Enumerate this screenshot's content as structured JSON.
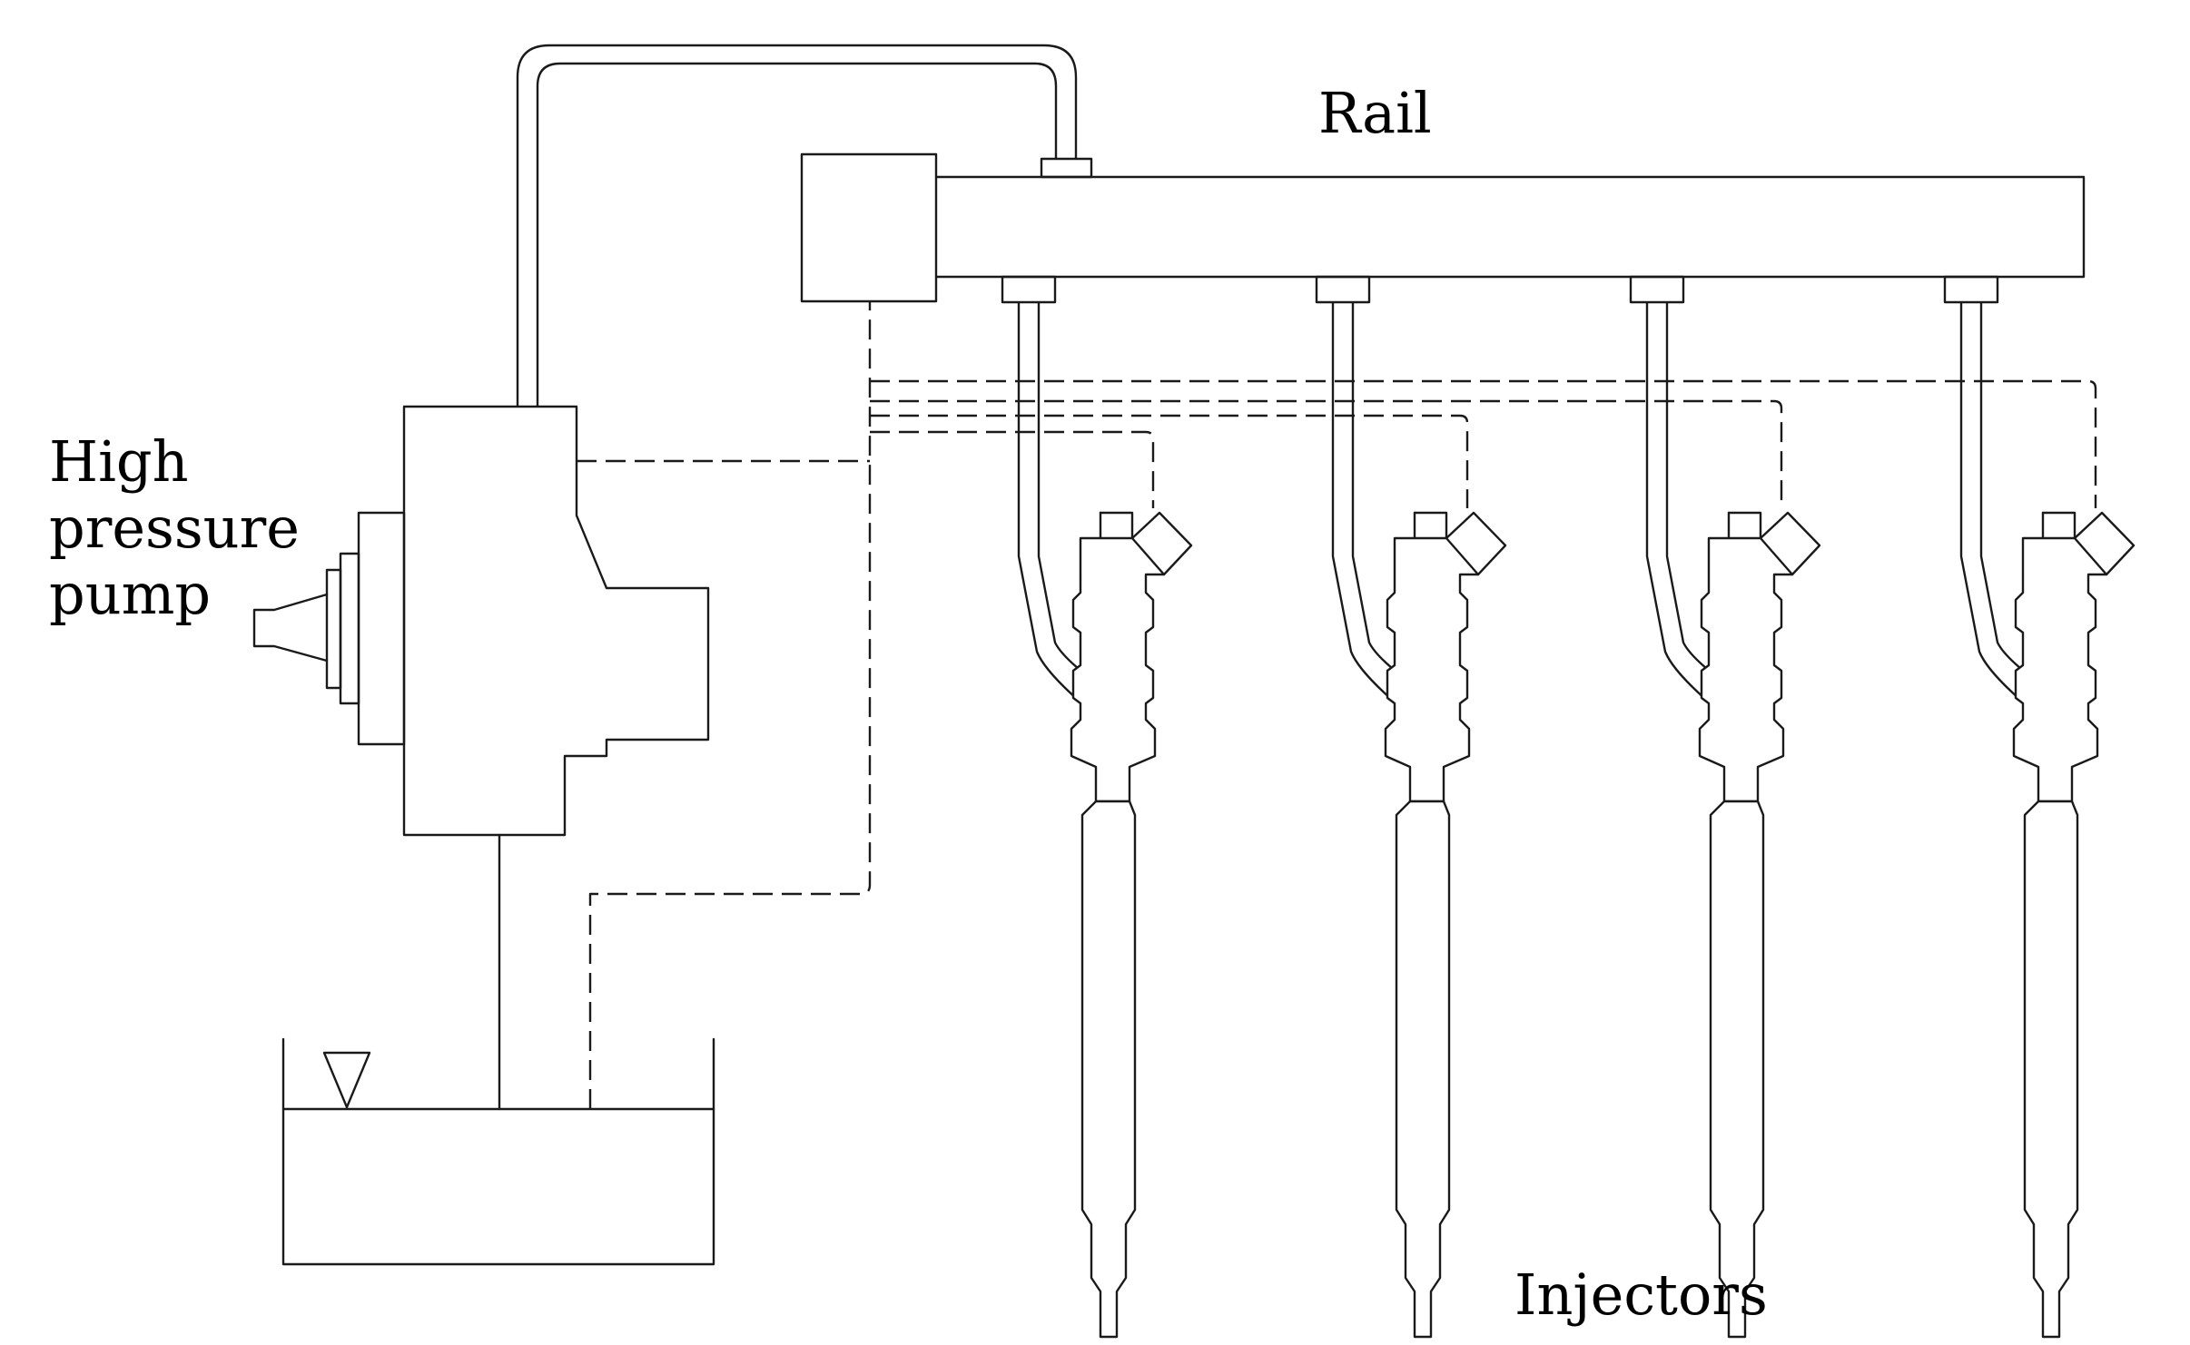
{
  "labels": {
    "rail": "Rail",
    "pump_line1": "High",
    "pump_line2": "pressure",
    "pump_line3": "pump",
    "injectors": "Injectors"
  },
  "injector_count": 4,
  "colors": {
    "line": "#1a1a1a",
    "background": "#ffffff"
  }
}
